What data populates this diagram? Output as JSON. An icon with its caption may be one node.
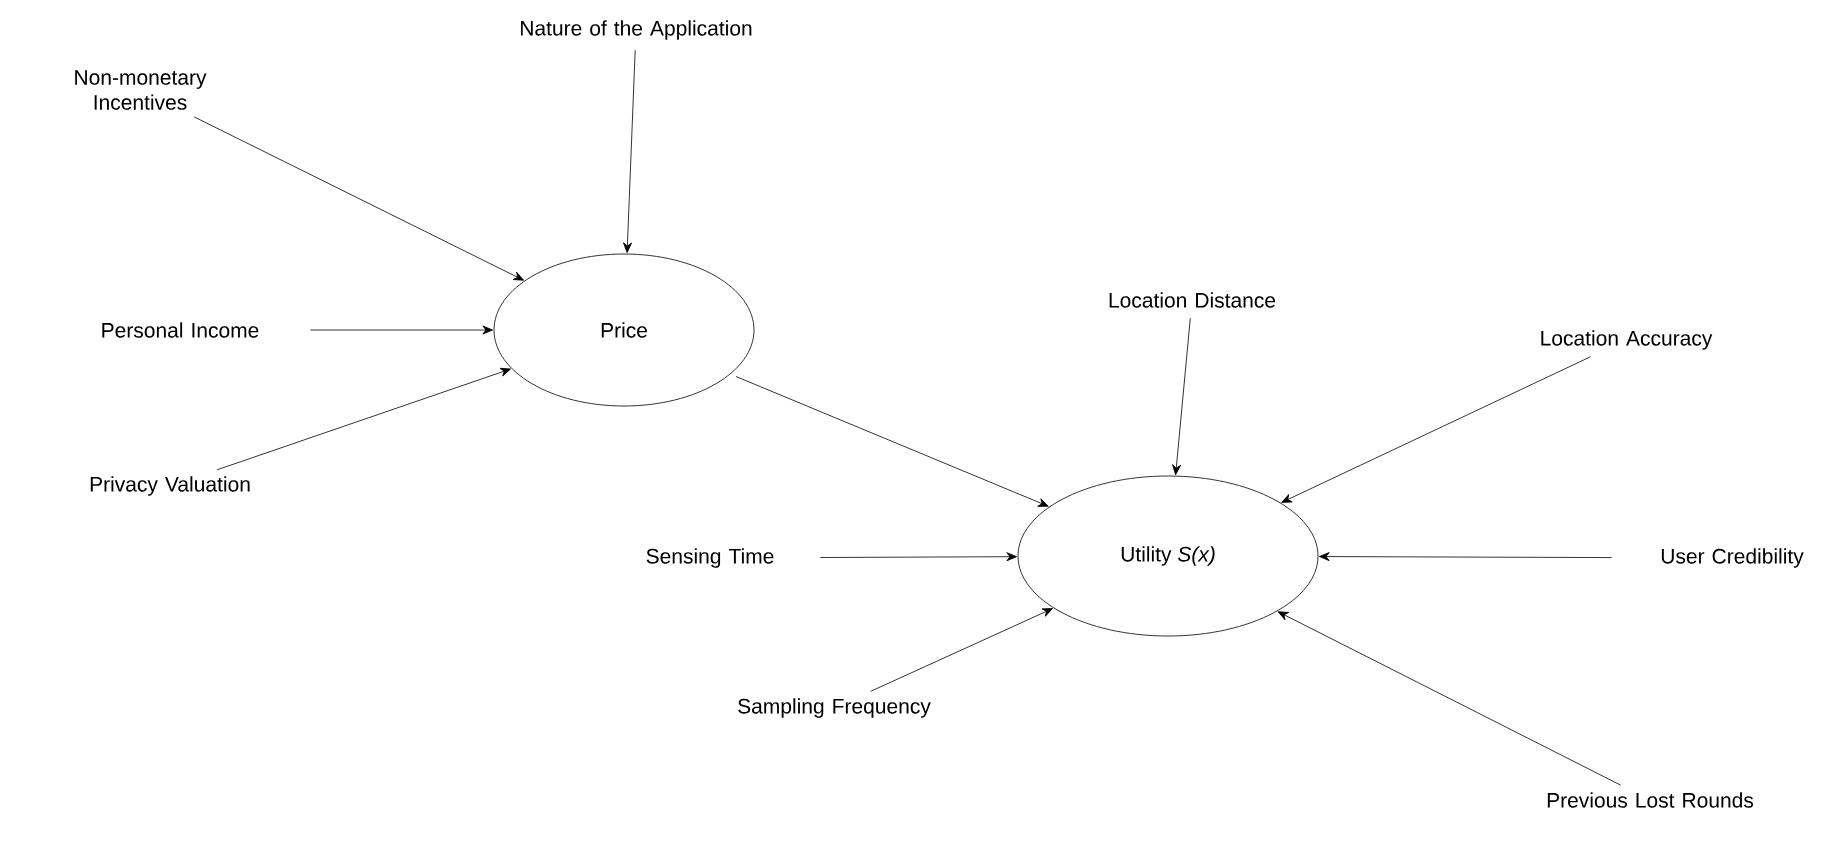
{
  "diagram": {
    "nodes": [
      {
        "text": [
          "Nature of the Application"
        ]
      },
      {
        "text": [
          "Non-monetary Incentives"
        ]
      },
      {
        "text": [
          "Personal Income"
        ]
      },
      {
        "text": [
          "Privacy Valuation"
        ]
      },
      {
        "text": [
          "Price"
        ]
      },
      {
        "text": [
          "Location Distance"
        ]
      },
      {
        "text": [
          "Location Accuracy"
        ]
      },
      {
        "text": [
          "Sensing Time"
        ]
      },
      {
        "text": [
          "Utility *S(x)*"
        ]
      },
      {
        "text": [
          "User Credibility"
        ]
      },
      {
        "text": [
          "Sampling Frequency"
        ]
      },
      {
        "text": [
          "Previous Lost Rounds"
        ]
      }
    ],
    "edges": [
      {
        "from": 0,
        "to": 4,
        "arrow": "to"
      },
      {
        "from": 1,
        "to": 4,
        "arrow": "to"
      },
      {
        "from": 2,
        "to": 4,
        "arrow": "to"
      },
      {
        "from": 3,
        "to": 4,
        "arrow": "to"
      },
      {
        "from": 4,
        "to": 8,
        "arrow": "to"
      },
      {
        "from": 5,
        "to": 8,
        "arrow": "to"
      },
      {
        "from": 6,
        "to": 8,
        "arrow": "to"
      },
      {
        "from": 7,
        "to": 8,
        "arrow": "to"
      },
      {
        "from": 9,
        "to": 8,
        "arrow": "to"
      },
      {
        "from": 10,
        "to": 8,
        "arrow": "to"
      },
      {
        "from": 11,
        "to": 8,
        "arrow": "to"
      }
    ]
  }
}
